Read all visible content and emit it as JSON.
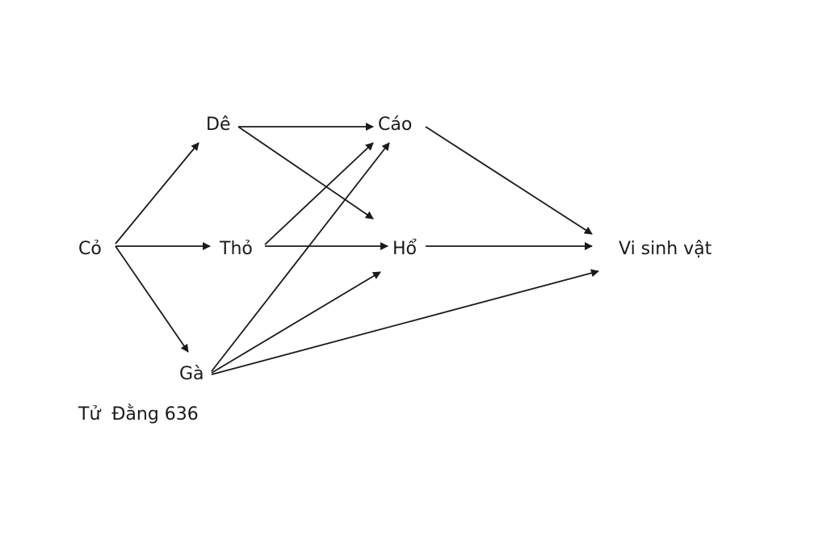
{
  "nodes": {
    "de": "Dê",
    "cao": "Cáo",
    "co": "Cỏ",
    "tho": "Thỏ",
    "ho": "Hổ",
    "vi_sinh_vat": "Vi sinh vật",
    "ga": "Gà"
  },
  "edges": [
    {
      "from": "co",
      "to": "de"
    },
    {
      "from": "co",
      "to": "tho"
    },
    {
      "from": "co",
      "to": "ga"
    },
    {
      "from": "de",
      "to": "cao"
    },
    {
      "from": "de",
      "to": "ho"
    },
    {
      "from": "tho",
      "to": "cao"
    },
    {
      "from": "tho",
      "to": "ho"
    },
    {
      "from": "ga",
      "to": "cao"
    },
    {
      "from": "ga",
      "to": "ho"
    },
    {
      "from": "ga",
      "to": "vi_sinh_vat"
    },
    {
      "from": "cao",
      "to": "vi_sinh_vat"
    },
    {
      "from": "ho",
      "to": "vi_sinh_vat"
    }
  ],
  "caption": "Tử  Đằng 636",
  "colors": {
    "stroke": "#1a1a1a",
    "background": "#ffffff"
  }
}
